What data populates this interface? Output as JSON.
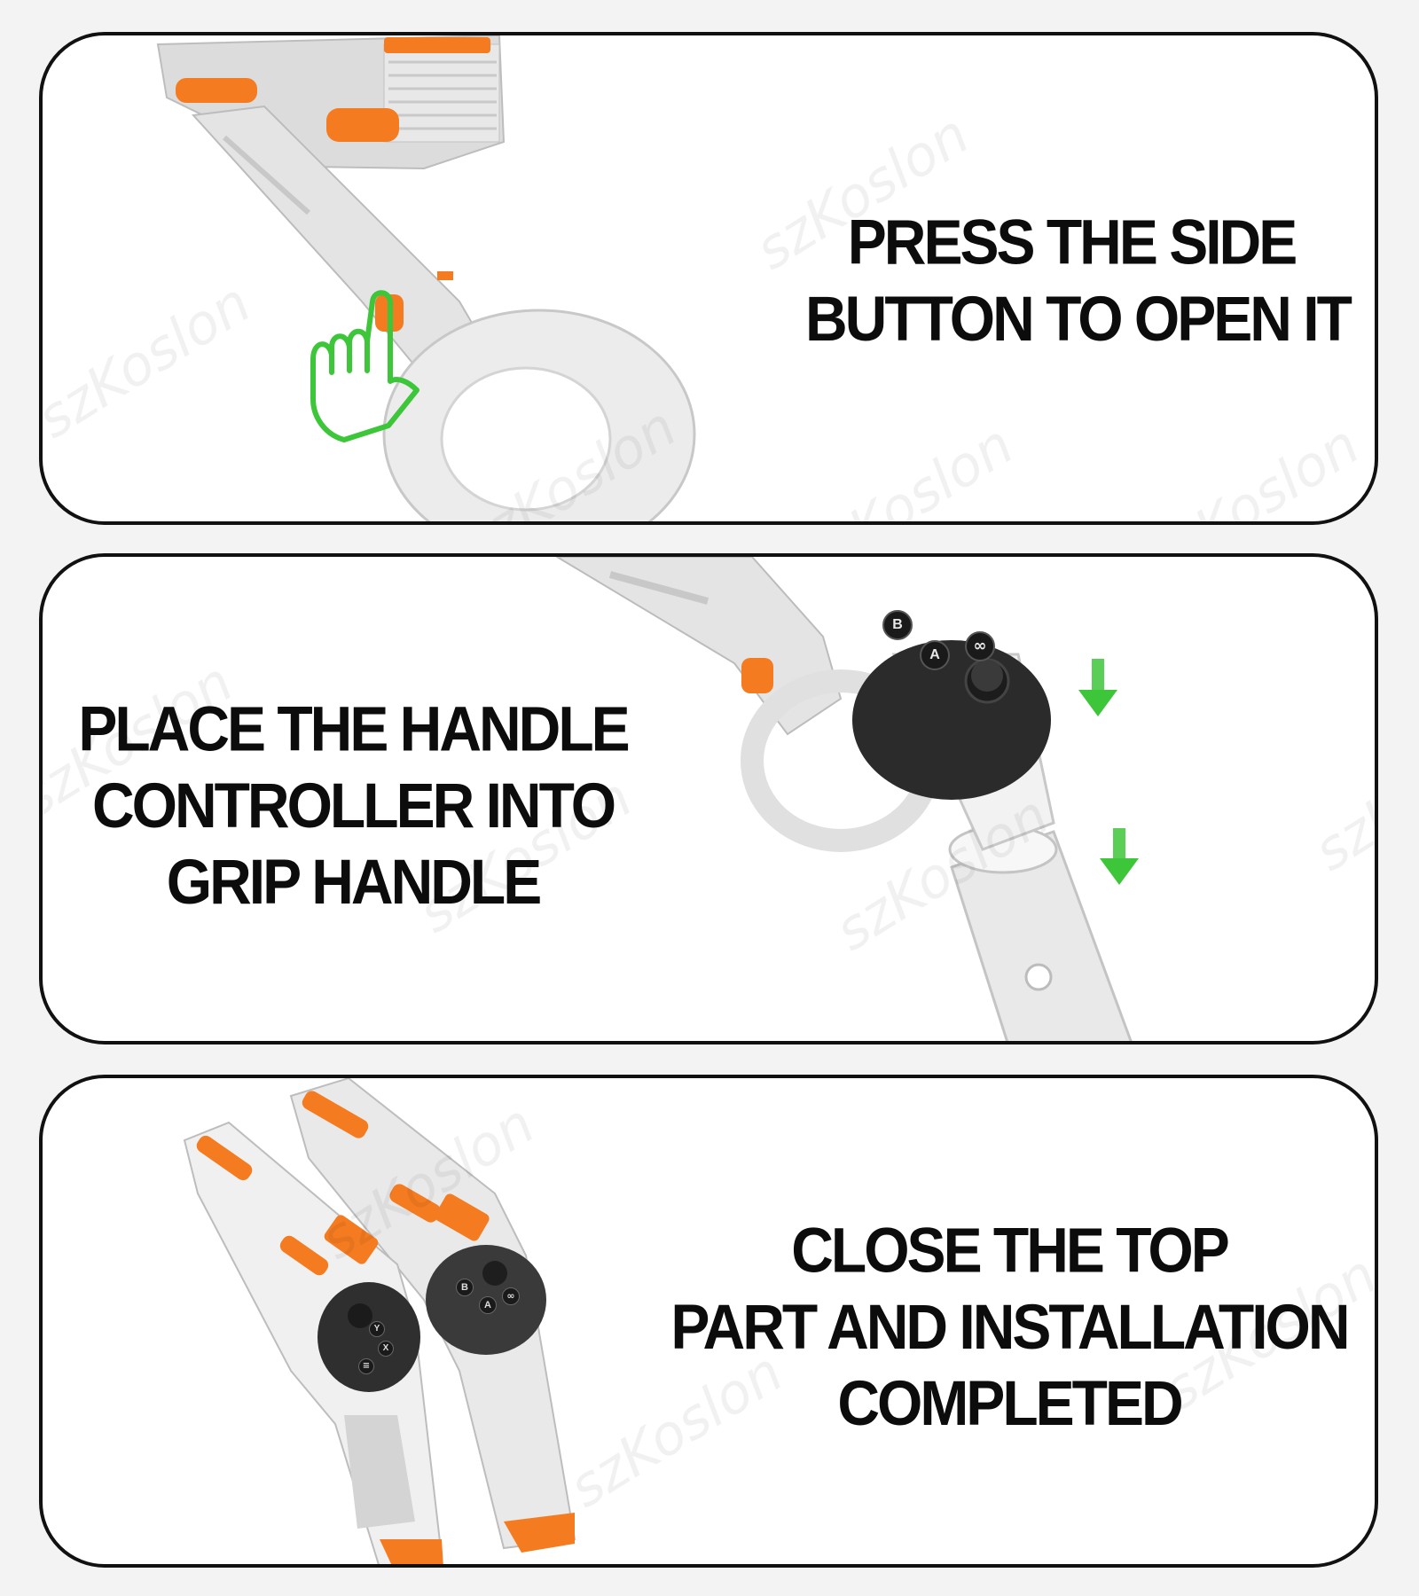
{
  "steps": [
    {
      "lines": [
        "PRESS THE SIDE",
        "BUTTON TO OPEN IT"
      ]
    },
    {
      "lines": [
        "PLACE THE HANDLE",
        "CONTROLLER INTO",
        "GRIP HANDLE"
      ]
    },
    {
      "lines": [
        "CLOSE THE TOP",
        "PART AND INSTALLATION",
        "COMPLETED"
      ]
    }
  ],
  "watermark": "szKoslon",
  "controller_buttons": {
    "b": "B",
    "a": "A",
    "menu": "∞",
    "y": "Y",
    "x": "X",
    "list": "≡"
  },
  "colors": {
    "accent_orange": "#f47b20",
    "indicator_green": "#3ec63a",
    "panel_border": "#111111",
    "controller_black": "#2b2b2b"
  }
}
